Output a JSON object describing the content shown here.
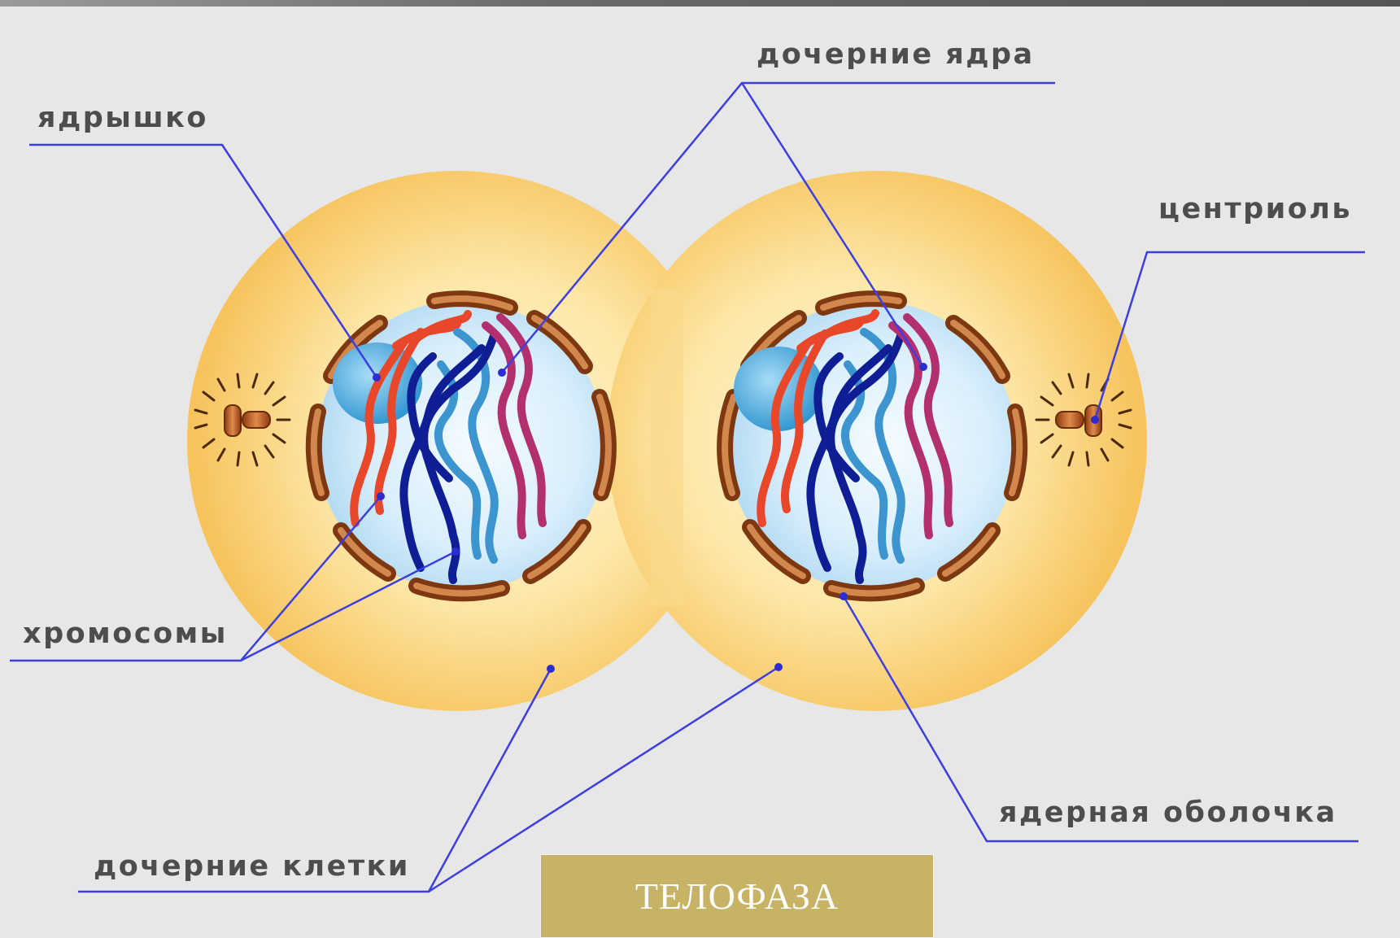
{
  "labels": {
    "nucleolus": "ядрышко",
    "daughter_nuclei": "дочерние ядра",
    "centriole": "центриоль",
    "chromosomes": "хромосомы",
    "nuclear_envelope": "ядерная оболочка",
    "daughter_cells": "дочерние клетки"
  },
  "phase_title": "ТЕЛОФАЗА",
  "colors": {
    "background": "#e7e7e7",
    "cytoplasm": "#f7c863",
    "nucleus": "#c9e6f7",
    "nucleolus": "#4aa8d8",
    "nuclear_envelope": "#9a4e1c",
    "chromosome_red": "#e8472a",
    "chromosome_magenta": "#b3306e",
    "chromosome_navy": "#101e96",
    "chromosome_lightblue": "#3c95cf",
    "leader_line": "#3c3ee2",
    "title_box": "#c7b366"
  }
}
